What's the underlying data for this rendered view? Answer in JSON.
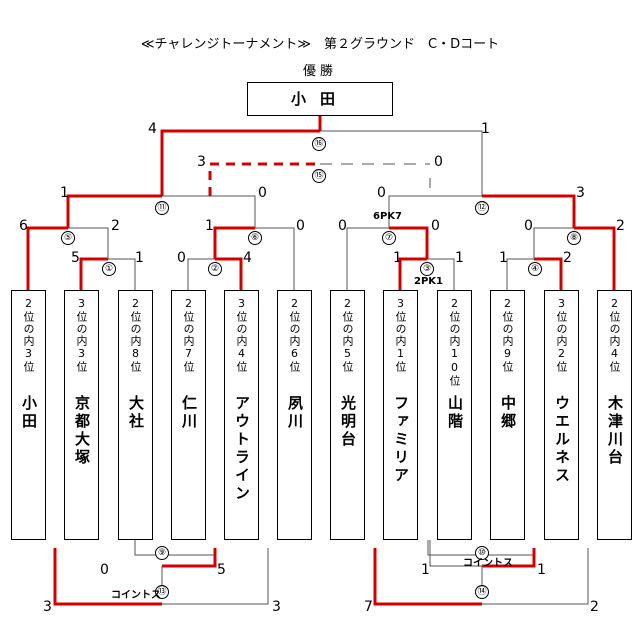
{
  "header": {
    "title": "≪チャレンジトーナメント≫　第２グラウンド　C・Dコート",
    "subtitle": "優勝",
    "champion": "小田"
  },
  "teams": [
    {
      "rank": "2位の内3位",
      "name": "小田"
    },
    {
      "rank": "3位の内3位",
      "name": "京都大塚"
    },
    {
      "rank": "2位の内8位",
      "name": "大社"
    },
    {
      "rank": "2位の内7位",
      "name": "仁川"
    },
    {
      "rank": "3位の内4位",
      "name": "アウトライン"
    },
    {
      "rank": "2位の内6位",
      "name": "夙川"
    },
    {
      "rank": "2位の内5位",
      "name": "光明台"
    },
    {
      "rank": "3位の内1位",
      "name": "ファミリア"
    },
    {
      "rank": "2位の内10位",
      "name": "山階"
    },
    {
      "rank": "2位の内9位",
      "name": "中郷"
    },
    {
      "rank": "3位の内2位",
      "name": "ウエルネス"
    },
    {
      "rank": "2位の内4位",
      "name": "木津川台"
    }
  ],
  "matches": {
    "m1": {
      "no": "①",
      "left": "5",
      "right": "1"
    },
    "m2": {
      "no": "②",
      "left": "0",
      "right": "4"
    },
    "m3": {
      "no": "③",
      "left": "1",
      "right": "1",
      "note": "2PK1"
    },
    "m4": {
      "no": "④",
      "left": "1",
      "right": "2"
    },
    "m5": {
      "no": "⑤",
      "left": "6",
      "right": "2"
    },
    "m6": {
      "no": "⑥",
      "left": "1",
      "right": "0"
    },
    "m7": {
      "no": "⑦",
      "left": "0",
      "right": "0",
      "note": "6PK7"
    },
    "m8": {
      "no": "⑧",
      "left": "0",
      "right": "2"
    },
    "m9": {
      "no": "⑨",
      "left": "0",
      "right": "5"
    },
    "m10": {
      "no": "⑩",
      "left": "1",
      "right": "1",
      "note": "コイントス"
    },
    "m11": {
      "no": "⑪",
      "left": "1",
      "right": "0"
    },
    "m12": {
      "no": "⑫",
      "left": "0",
      "right": "3"
    },
    "m13": {
      "no": "⑬",
      "left": "3",
      "right": "3",
      "note": "コイントス"
    },
    "m14": {
      "no": "⑭",
      "left": "7",
      "right": "2"
    },
    "m15": {
      "no": "⑮",
      "left": "3",
      "right": "0"
    },
    "m16": {
      "no": "⑯",
      "left": "4",
      "right": "1"
    }
  },
  "colors": {
    "win": "#d40000",
    "line": "#555555"
  }
}
